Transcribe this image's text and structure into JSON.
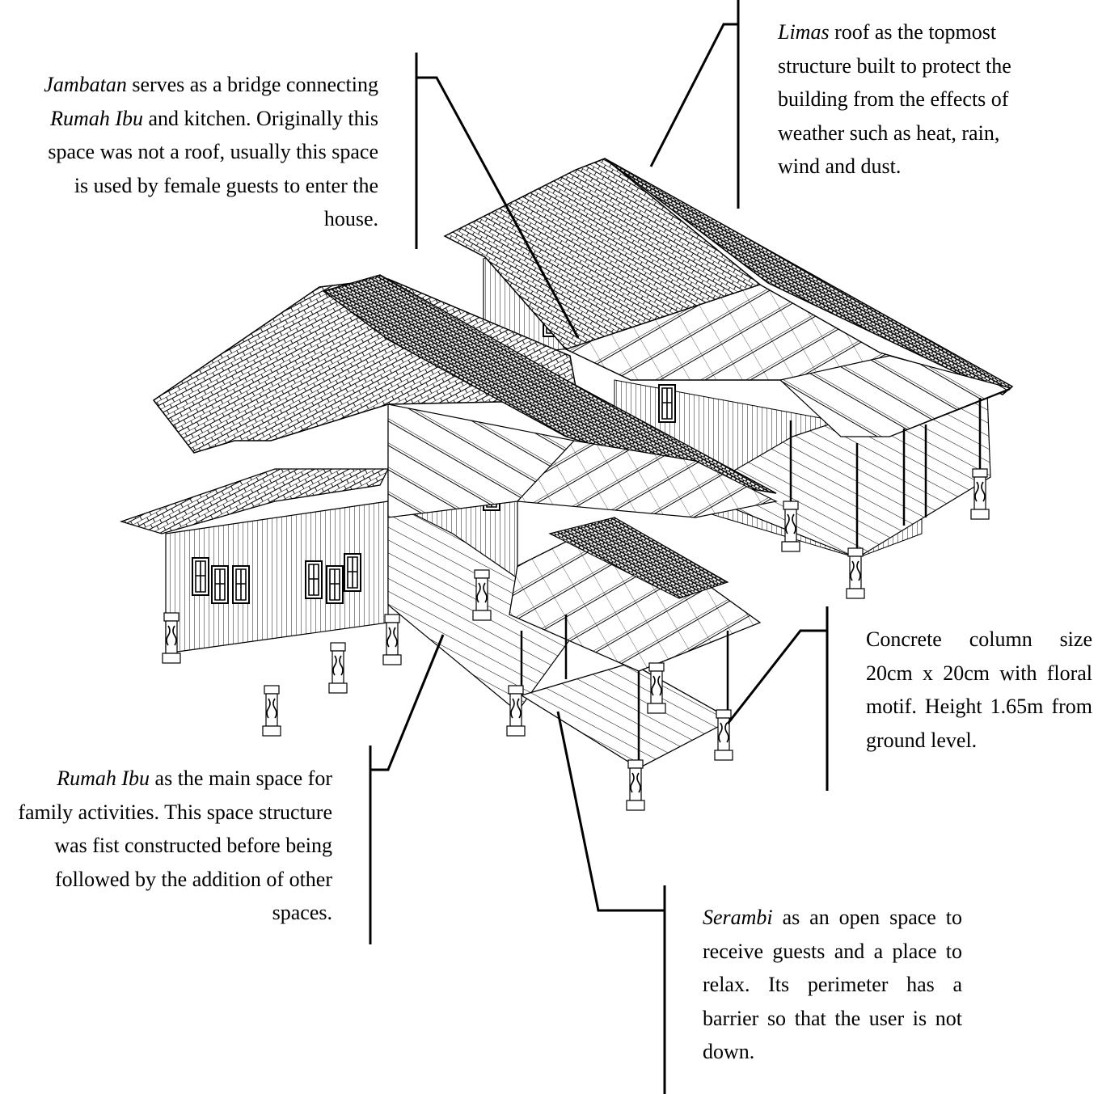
{
  "annotations": {
    "jambatan": {
      "term": "Jambatan",
      "text_1": " serves as a bridge connecting ",
      "term_2": "Rumah Ibu",
      "text_2": " and kitchen. Originally this space was not a roof, usually this space is used by female guests to enter the house."
    },
    "limas": {
      "term": "Limas",
      "text": " roof as the topmost structure built to protect the building from the effects of weather such as heat, rain, wind and dust."
    },
    "column": {
      "text": "Concrete column size 20cm x 20cm with floral motif. Height 1.65m from ground level."
    },
    "rumah_ibu": {
      "term": "Rumah Ibu",
      "text": " as the main space for family activities. This space structure was fist constructed before being followed by the addition of other spaces."
    },
    "serambi": {
      "term": "Serambi",
      "text": " as an open space to receive guests and a place to relax. Its perimeter has a barrier so that the user is not down."
    }
  }
}
